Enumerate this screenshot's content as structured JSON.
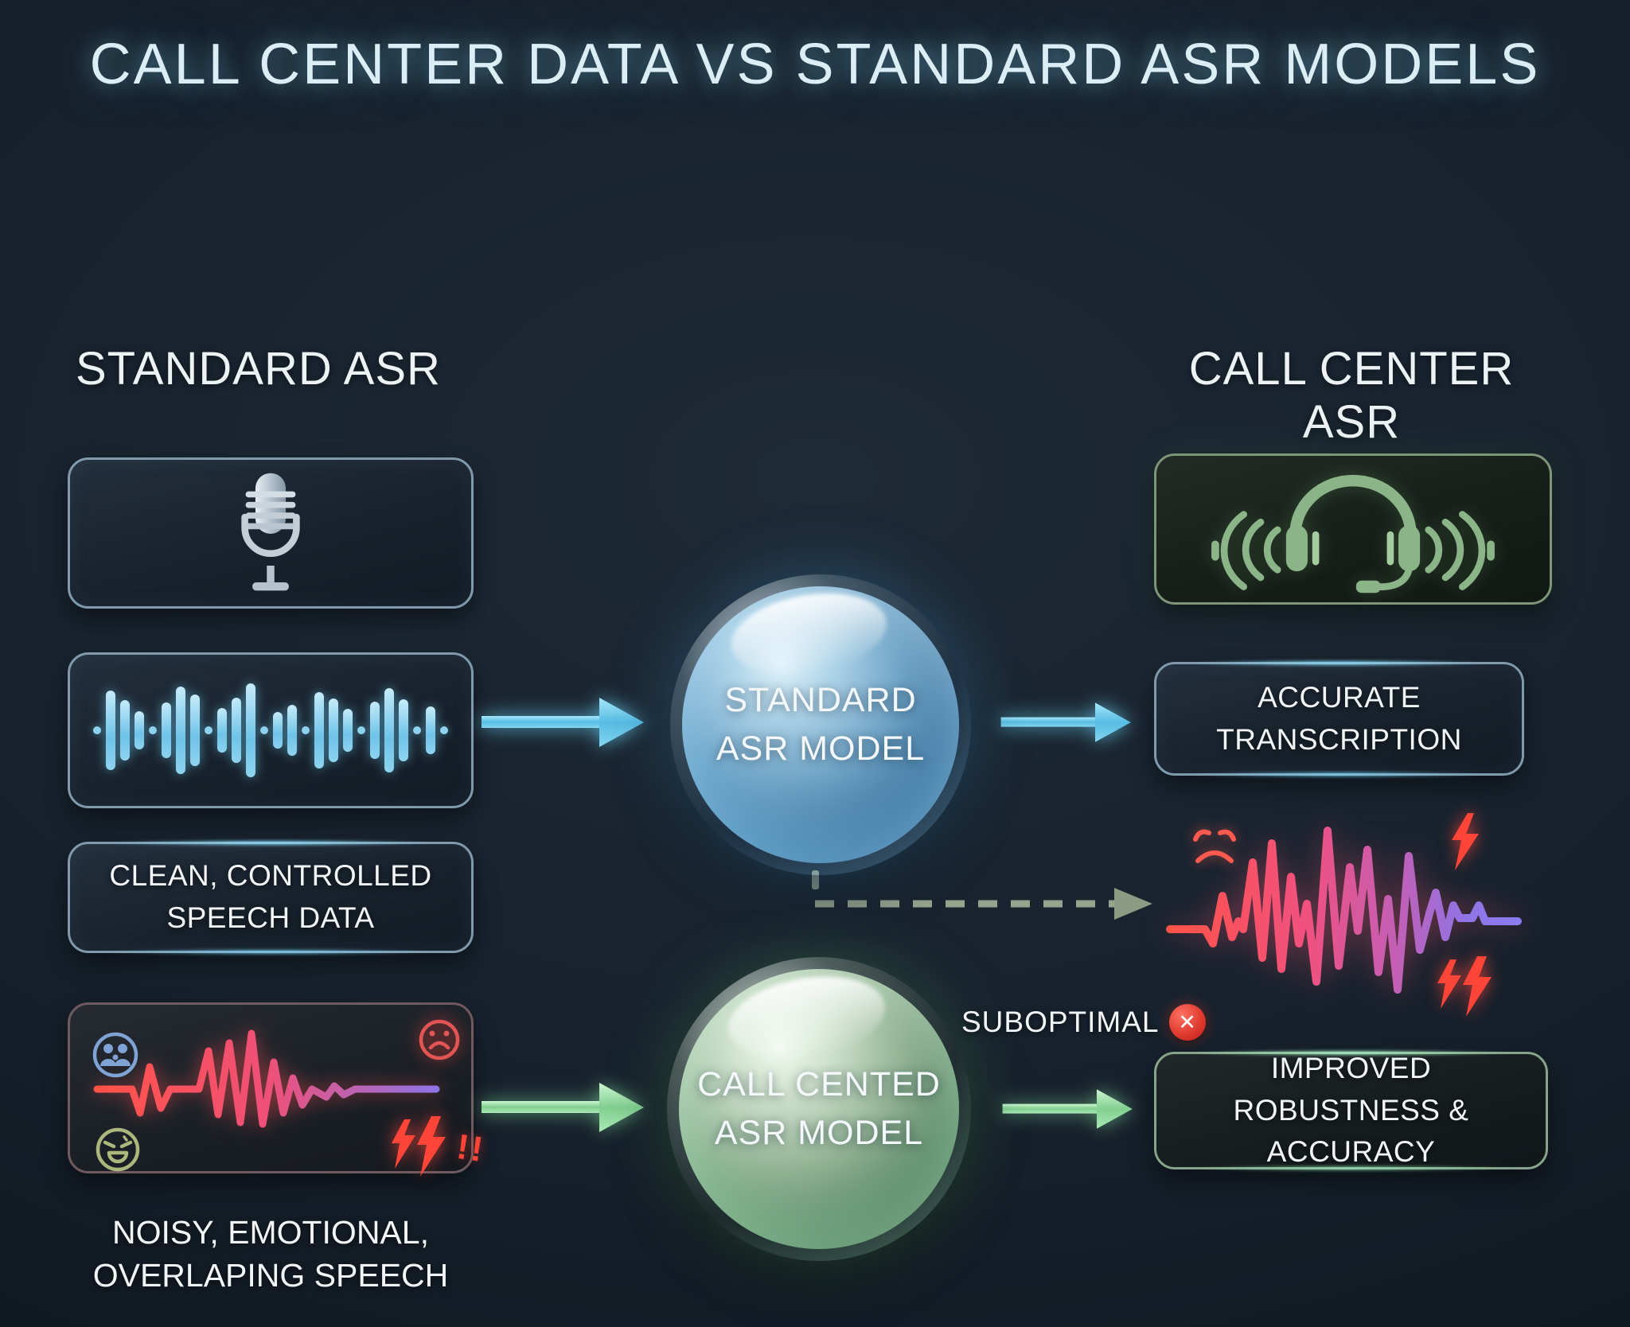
{
  "title": "CALL CENTER DATA VS STANDARD ASR MODELS",
  "left_column": {
    "header": "STANDARD ASR",
    "mic_card": {
      "icon": "microphone-icon"
    },
    "clean_wave_card": {
      "icon": "audio-waveform-bars",
      "bars": [
        16,
        100,
        76,
        48,
        16,
        70,
        110,
        90,
        16,
        56,
        82,
        118,
        16,
        46,
        64,
        16,
        96,
        80,
        54,
        16,
        72,
        106,
        78,
        16,
        60,
        16
      ]
    },
    "clean_box": {
      "line1": "CLEAN, CONTROLLED",
      "line2": "SPEECH DATA"
    },
    "noisy_card": {
      "icons": [
        "group-people-icon",
        "sad-face-icon",
        "distressed-face-icon",
        "double-lightning-icon"
      ],
      "exclamation": "!!"
    },
    "caption": {
      "line1": "NOISY, EMOTIONAL,",
      "line2": "OVERLAPING SPEECH"
    }
  },
  "center": {
    "standard_sphere": {
      "line1": "STANDARD",
      "line2": "ASR MODEL"
    },
    "call_center_sphere": {
      "line1": "CALL CENTED",
      "line2": "ASR MODEL"
    },
    "suboptimal": {
      "label": "SUBOPTIMAL",
      "badge_glyph": "✕"
    },
    "arrows": [
      "clean-input-arrow",
      "accurate-output-arrow",
      "noisy-input-arrow",
      "improved-output-arrow",
      "suboptimal-dashed-arrow"
    ]
  },
  "right_column": {
    "header": "CALL CENTER ASR",
    "headset_card": {
      "icon": "headset-with-soundwaves-icon"
    },
    "accurate_box": {
      "line1": "ACCURATE",
      "line2": "TRANSCRIPTION"
    },
    "chaotic_wave": {
      "icons": [
        "angry-face-icon",
        "lightning-icon",
        "double-lightning-icon"
      ]
    },
    "improved_box": {
      "line1": "IMPROVED",
      "line2": "ROBUSTNESS & ACCURACY"
    }
  },
  "colors": {
    "background": "#131d27",
    "title_text": "#dbeef5",
    "header_text": "#edf2f5",
    "accent_blue": "#5fc8ea",
    "accent_green": "#8ad79a",
    "wave_blue": "#7ac9ec",
    "wave_red": "#ff5348",
    "wave_purple": "#8b7cf0",
    "error_red": "#cf2a2a"
  }
}
